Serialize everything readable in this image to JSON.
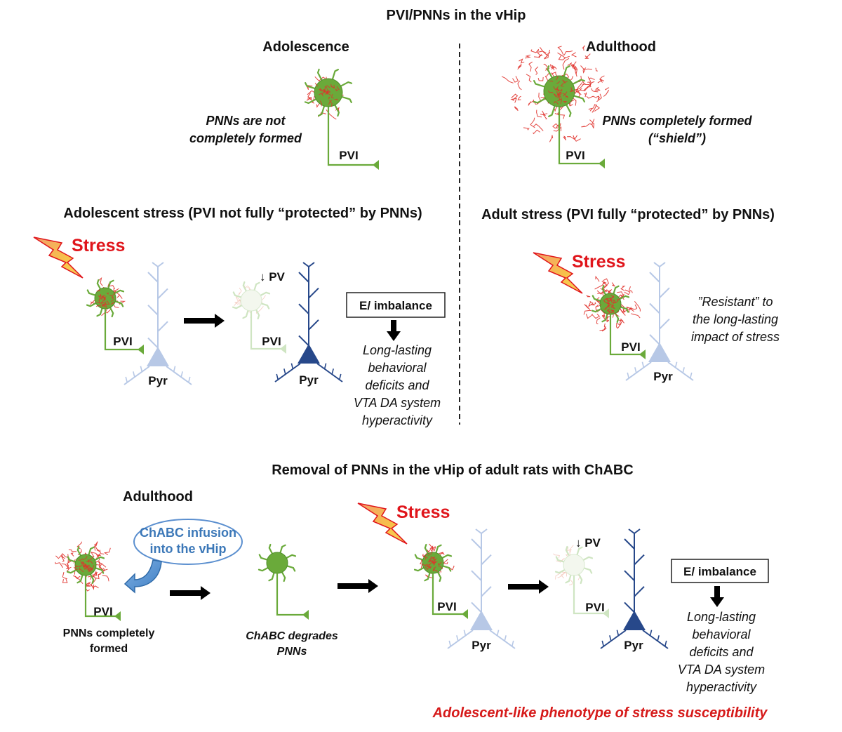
{
  "title": "PVI/PNNs in the vHip",
  "adolescence": {
    "heading": "Adolescence",
    "note_line1": "PNNs are not",
    "note_line2": "completely formed",
    "pvi": "PVI"
  },
  "adulthood": {
    "heading": "Adulthood",
    "note_line1": "PNNs completely formed",
    "note_line2": "(“shield”)",
    "pvi": "PVI"
  },
  "adolescent_stress": {
    "heading": "Adolescent stress (PVI not fully “protected” by PNNs)",
    "stress": "Stress",
    "pvi_before": "PVI",
    "pyr_before": "Pyr",
    "pv_down": "↓ PV",
    "pvi_after": "PVI",
    "pyr_after": "Pyr",
    "box": "E/ imbalance",
    "outcome": [
      "Long-lasting",
      "behavioral",
      "deficits and",
      "VTA DA system",
      "hyperactivity"
    ]
  },
  "adult_stress": {
    "heading": "Adult stress (PVI fully “protected” by PNNs)",
    "stress": "Stress",
    "pvi": "PVI",
    "pyr": "Pyr",
    "outcome": [
      "”Resistant” to",
      "the long-lasting",
      "impact of stress"
    ]
  },
  "removal": {
    "heading": "Removal of PNNs in the vHip of adult rats with ChABC",
    "adulthood": "Adulthood",
    "pvi1": "PVI",
    "note1_line1": "PNNs completely",
    "note1_line2": "formed",
    "infusion_line1": "ChABC infusion",
    "infusion_line2": "into the vHip",
    "degrade_line1": "ChABC degrades",
    "degrade_line2": "PNNs",
    "stress": "Stress",
    "pvi2": "PVI",
    "pyr2": "Pyr",
    "pv_down": "↓ PV",
    "pvi3": "PVI",
    "pyr3": "Pyr",
    "box": "E/ imbalance",
    "outcome": [
      "Long-lasting",
      "behavioral",
      "deficits and",
      "VTA DA system",
      "hyperactivity"
    ],
    "phenotype": "Adolescent-like phenotype of stress susceptibility"
  },
  "colors": {
    "neuron_green": "#6aaa3a",
    "pnn_red": "#e0322c",
    "pyr_light": "#b7c8e6",
    "pyr_dark": "#27488a",
    "stress_red": "#e0151b",
    "phenotype_red": "#d61a1a",
    "infusion_blue": "#3c78b8"
  }
}
